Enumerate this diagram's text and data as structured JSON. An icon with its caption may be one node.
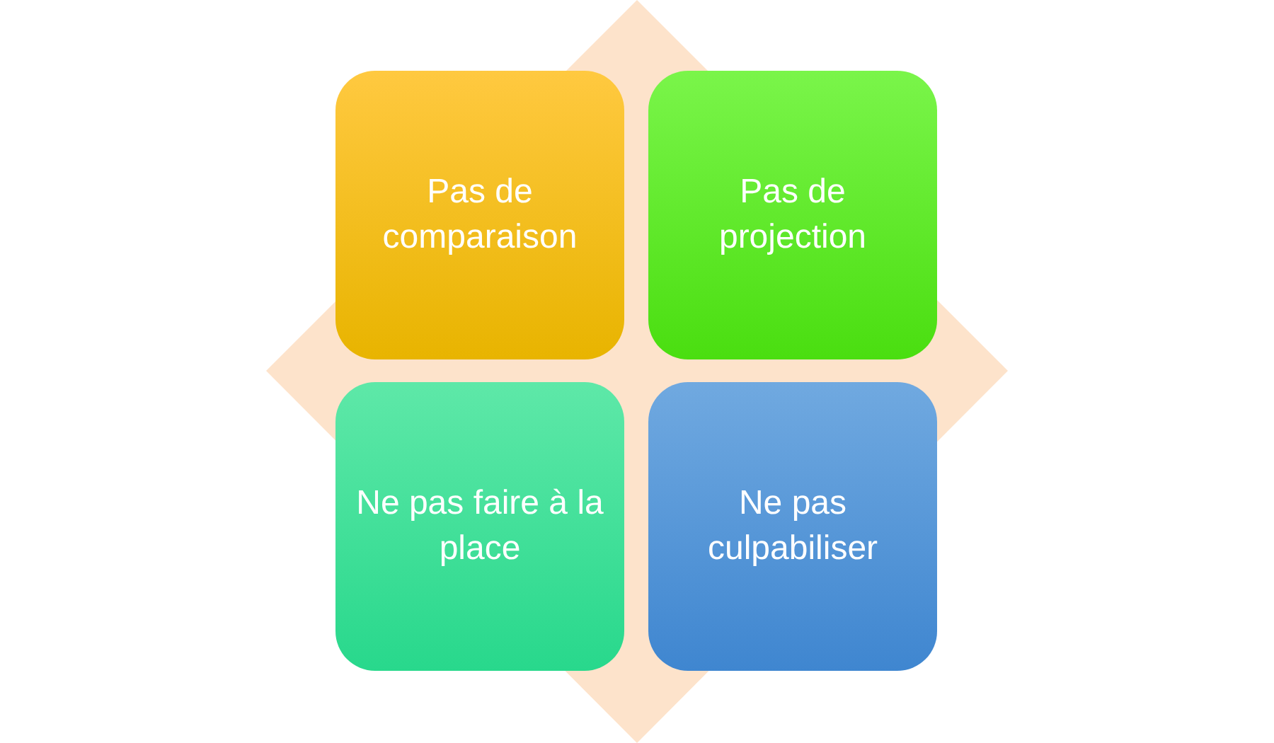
{
  "diagram": {
    "nodes": [
      {
        "text": [
          "Pas de comparaison"
        ]
      },
      {
        "text": [
          "Pas de projection"
        ]
      },
      {
        "text": [
          "Ne pas faire à la place"
        ]
      },
      {
        "text": [
          "Ne pas culpabiliser"
        ]
      }
    ]
  }
}
